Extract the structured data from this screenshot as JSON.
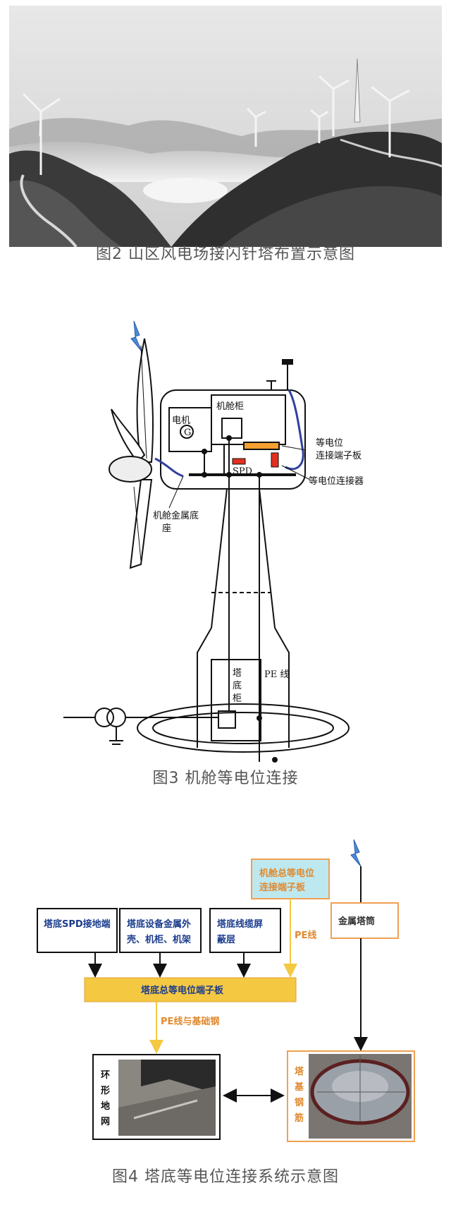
{
  "fig2": {
    "caption": "图2  山区风电场接闪针塔布置示意图"
  },
  "fig3": {
    "caption": "图3    机舱等电位连接",
    "labels": {
      "nacelle_cabinet": "机舱柜",
      "motor": "电机",
      "generator": "G",
      "spd": "SPD",
      "terminal_board_1": "等电位",
      "terminal_board_2": "连接端子板",
      "connector": "等电位连接器",
      "base_1": "机舱金属底",
      "base_2": "座",
      "tower_cabinet_1": "塔",
      "tower_cabinet_2": "底",
      "tower_cabinet_3": "柜",
      "pe_line": "PE 线"
    }
  },
  "fig4": {
    "caption": "图4  塔底等电位连接系统示意图",
    "boxes": {
      "spd_ground": "塔底SPD接地端",
      "equipment_1": "塔底设备金属外",
      "equipment_2": "壳、机柜、机架",
      "cable_shield_1": "塔底线缆屏",
      "cable_shield_2": "蔽层",
      "nacelle_terminal_1": "机舱总等电位",
      "nacelle_terminal_2": "连接端子板",
      "metal_tower": "金属塔筒",
      "main_terminal": "塔底总等电位端子板",
      "ring_ground": [
        "环",
        "形",
        "地",
        "网"
      ],
      "tower_rebar": [
        "塔",
        "基",
        "钢",
        "筋"
      ]
    },
    "line_labels": {
      "pe": "PE线",
      "pe_foundation": "PE线与基础钢"
    },
    "colors": {
      "orange": "#f0a050",
      "yellow_fill": "#f5c842",
      "cyan_fill": "#bde8f0",
      "blue_text": "#1a3c8c",
      "orange_text": "#e08a30"
    }
  }
}
